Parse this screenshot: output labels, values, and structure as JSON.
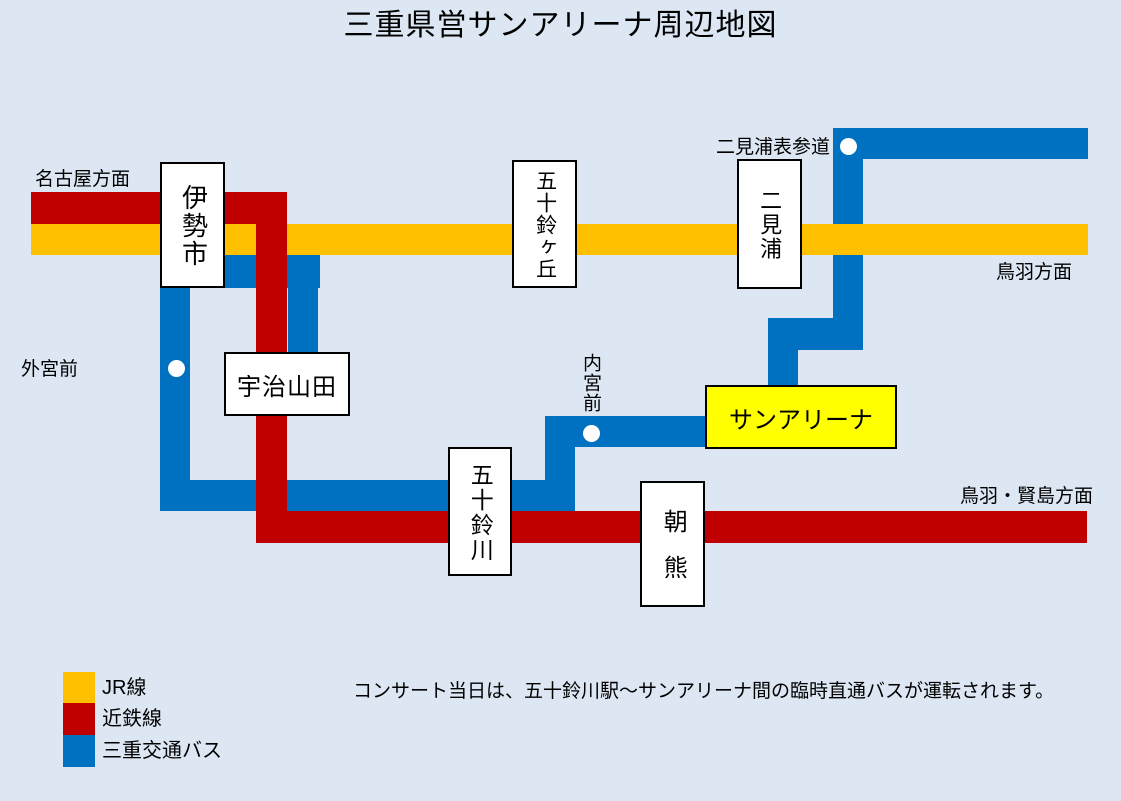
{
  "title": "三重県営サンアリーナ周辺地図",
  "colors": {
    "background": "#DCE7F3",
    "jr_line": "#FFC000",
    "kintetsu_line": "#C00000",
    "bus_line": "#0070C0",
    "arena_highlight": "#FFFF00",
    "stop_dot": "#FFFFFF"
  },
  "stations": {
    "ise_shi": "伊勢市",
    "isuzugaoka": "五十鈴ヶ丘",
    "futamiura": "二見浦",
    "ujiyamada": "宇治山田",
    "isuzugawa": "五十鈴川",
    "asama": "朝熊",
    "sun_arena": "サンアリーナ"
  },
  "bus_stops": {
    "gekumae": "外宮前",
    "naikumae": "内宮前",
    "futamiura_omotesando": "二見浦表参道"
  },
  "directions": {
    "nagoya": "名古屋方面",
    "toba": "鳥羽方面",
    "toba_kashikojima": "鳥羽・賢島方面"
  },
  "legend": {
    "items": [
      {
        "label": "JR線",
        "color": "#FFC000"
      },
      {
        "label": "近鉄線",
        "color": "#C00000"
      },
      {
        "label": "三重交通バス",
        "color": "#0070C0"
      }
    ]
  },
  "note": "コンサート当日は、五十鈴川駅〜サンアリーナ間の臨時直通バスが運転されます。"
}
